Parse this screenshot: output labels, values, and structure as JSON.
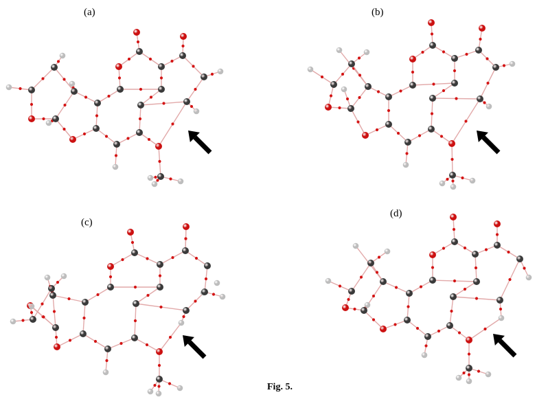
{
  "figure": {
    "caption": "Fig. 5.",
    "panels": [
      {
        "label": "(a)"
      },
      {
        "label": "(b)"
      },
      {
        "label": "(c)"
      },
      {
        "label": "(d)"
      }
    ],
    "colors": {
      "carbon": "#3a3a3a",
      "oxygen": "#cc1111",
      "hydrogen": "#bdbdbd",
      "bond": "#e2a9a9",
      "critical_point": "#d41515",
      "arrow": "#000000"
    },
    "icons": [
      "molecule-graph",
      "arrow-icon"
    ]
  }
}
